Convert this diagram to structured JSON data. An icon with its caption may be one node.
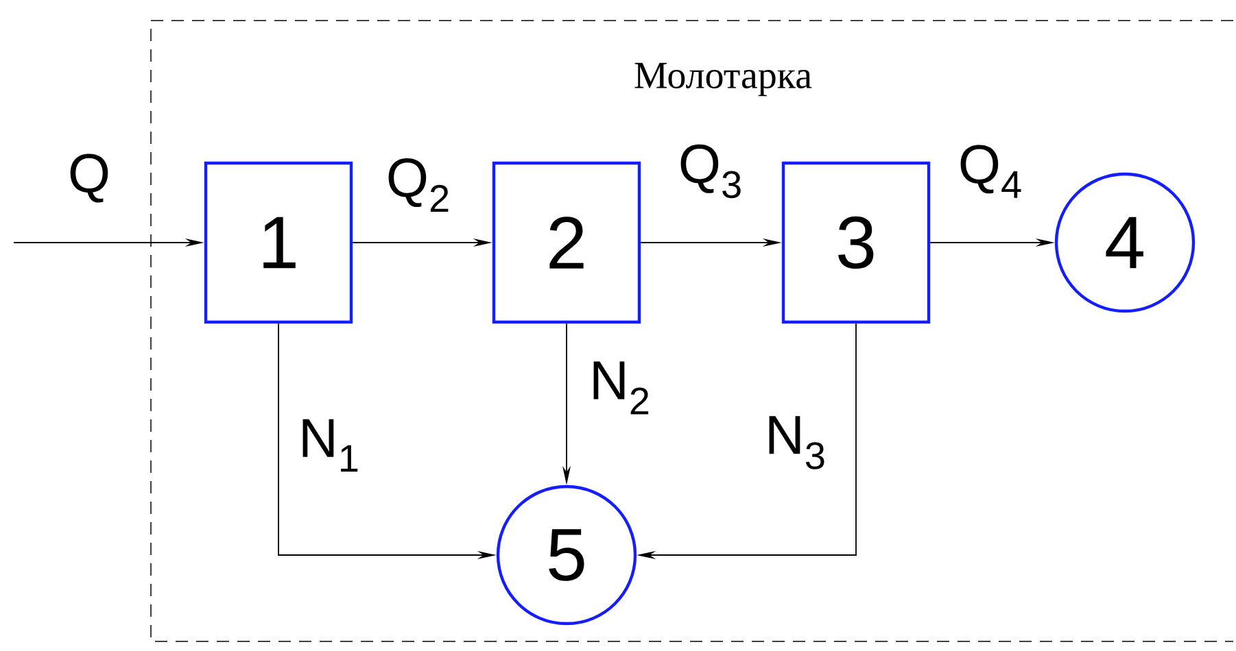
{
  "diagram": {
    "nodes": [
      {
        "text": [
          "Молотарка"
        ]
      },
      {
        "text": [
          "1"
        ],
        "in": 0
      },
      {
        "text": [
          "2"
        ],
        "in": 0
      },
      {
        "text": [
          "3"
        ],
        "in": 0
      },
      {
        "text": [
          "4"
        ],
        "in": 0
      },
      {
        "text": [
          "5"
        ],
        "in": 0
      }
    ],
    "edges": [
      {
        "from": null,
        "to": 1,
        "arrow": "to",
        "label": "Q"
      },
      {
        "from": 1,
        "to": 2,
        "arrow": "to",
        "label": "Q$_{2}$"
      },
      {
        "from": 2,
        "to": 3,
        "arrow": "to",
        "label": "Q$_{3}$"
      },
      {
        "from": 3,
        "to": 4,
        "arrow": "to",
        "label": "Q$_{4}$"
      },
      {
        "from": 1,
        "to": 5,
        "arrow": "to",
        "label": "N$_{1}$"
      },
      {
        "from": 2,
        "to": 5,
        "arrow": "to",
        "label": "N$_{2}$"
      },
      {
        "from": 3,
        "to": 5,
        "arrow": "to",
        "label": "N$_{3}$"
      }
    ]
  }
}
